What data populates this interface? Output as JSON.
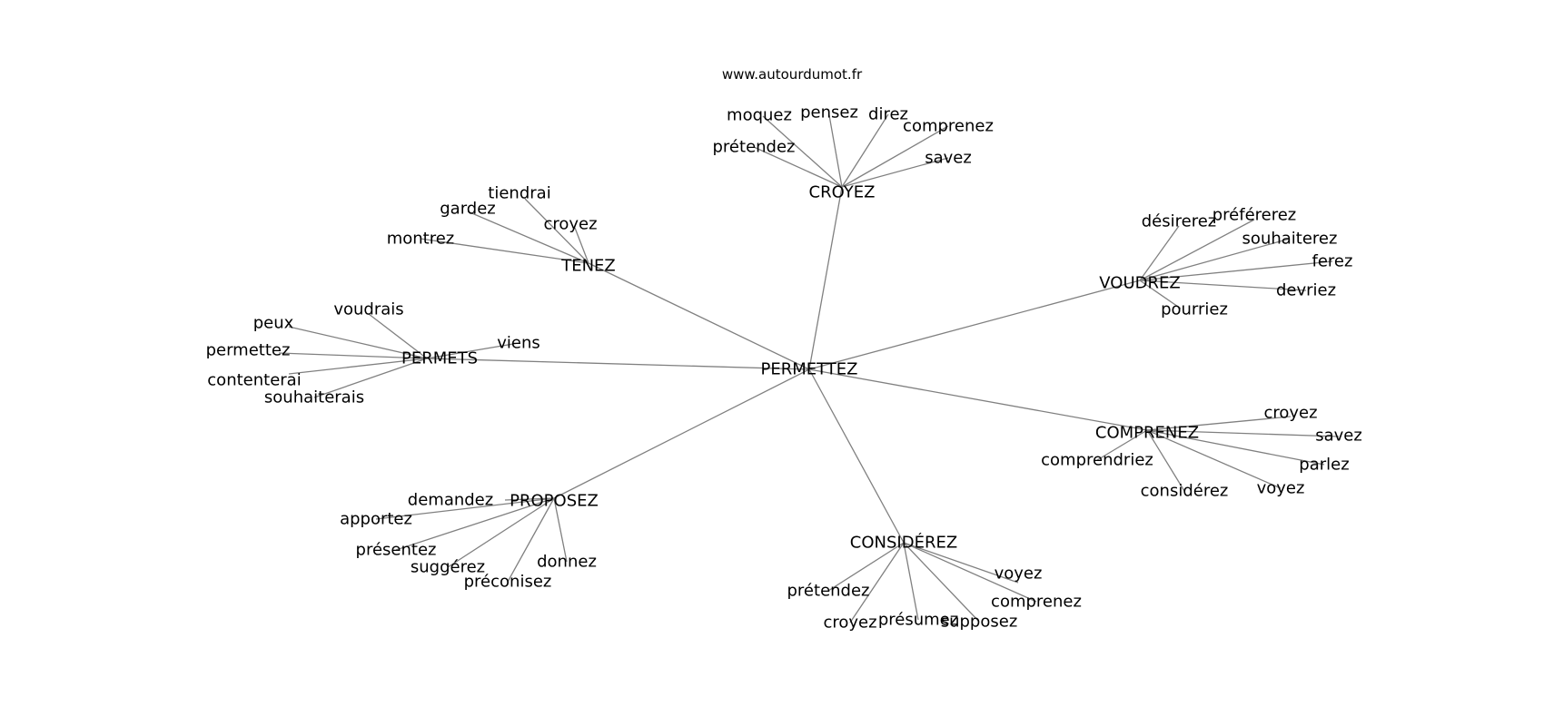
{
  "source": "www.autourdumot.fr",
  "colors": {
    "edge": "#808080",
    "text": "#000000",
    "background": "#ffffff"
  },
  "center": "PERMETTEZ",
  "groups": [
    {
      "word": "CROYEZ",
      "leaves": [
        "moquez",
        "pensez",
        "direz",
        "comprenez",
        "prétendez",
        "savez"
      ]
    },
    {
      "word": "TENEZ",
      "leaves": [
        "tiendrai",
        "gardez",
        "croyez",
        "montrez"
      ]
    },
    {
      "word": "VOUDREZ",
      "leaves": [
        "désirerez",
        "préférerez",
        "souhaiterez",
        "ferez",
        "devriez",
        "pourriez"
      ]
    },
    {
      "word": "PERMETS",
      "leaves": [
        "voudrais",
        "peux",
        "permettez",
        "viens",
        "contenterai",
        "souhaiterais"
      ]
    },
    {
      "word": "COMPRENEZ",
      "leaves": [
        "croyez",
        "savez",
        "comprendriez",
        "parlez",
        "considérez",
        "voyez"
      ]
    },
    {
      "word": "PROPOSEZ",
      "leaves": [
        "demandez",
        "apportez",
        "présentez",
        "suggérez",
        "donnez",
        "préconisez"
      ]
    },
    {
      "word": "CONSIDÉREZ",
      "leaves": [
        "voyez",
        "prétendez",
        "comprenez",
        "croyez",
        "présumez",
        "supposez"
      ]
    }
  ]
}
